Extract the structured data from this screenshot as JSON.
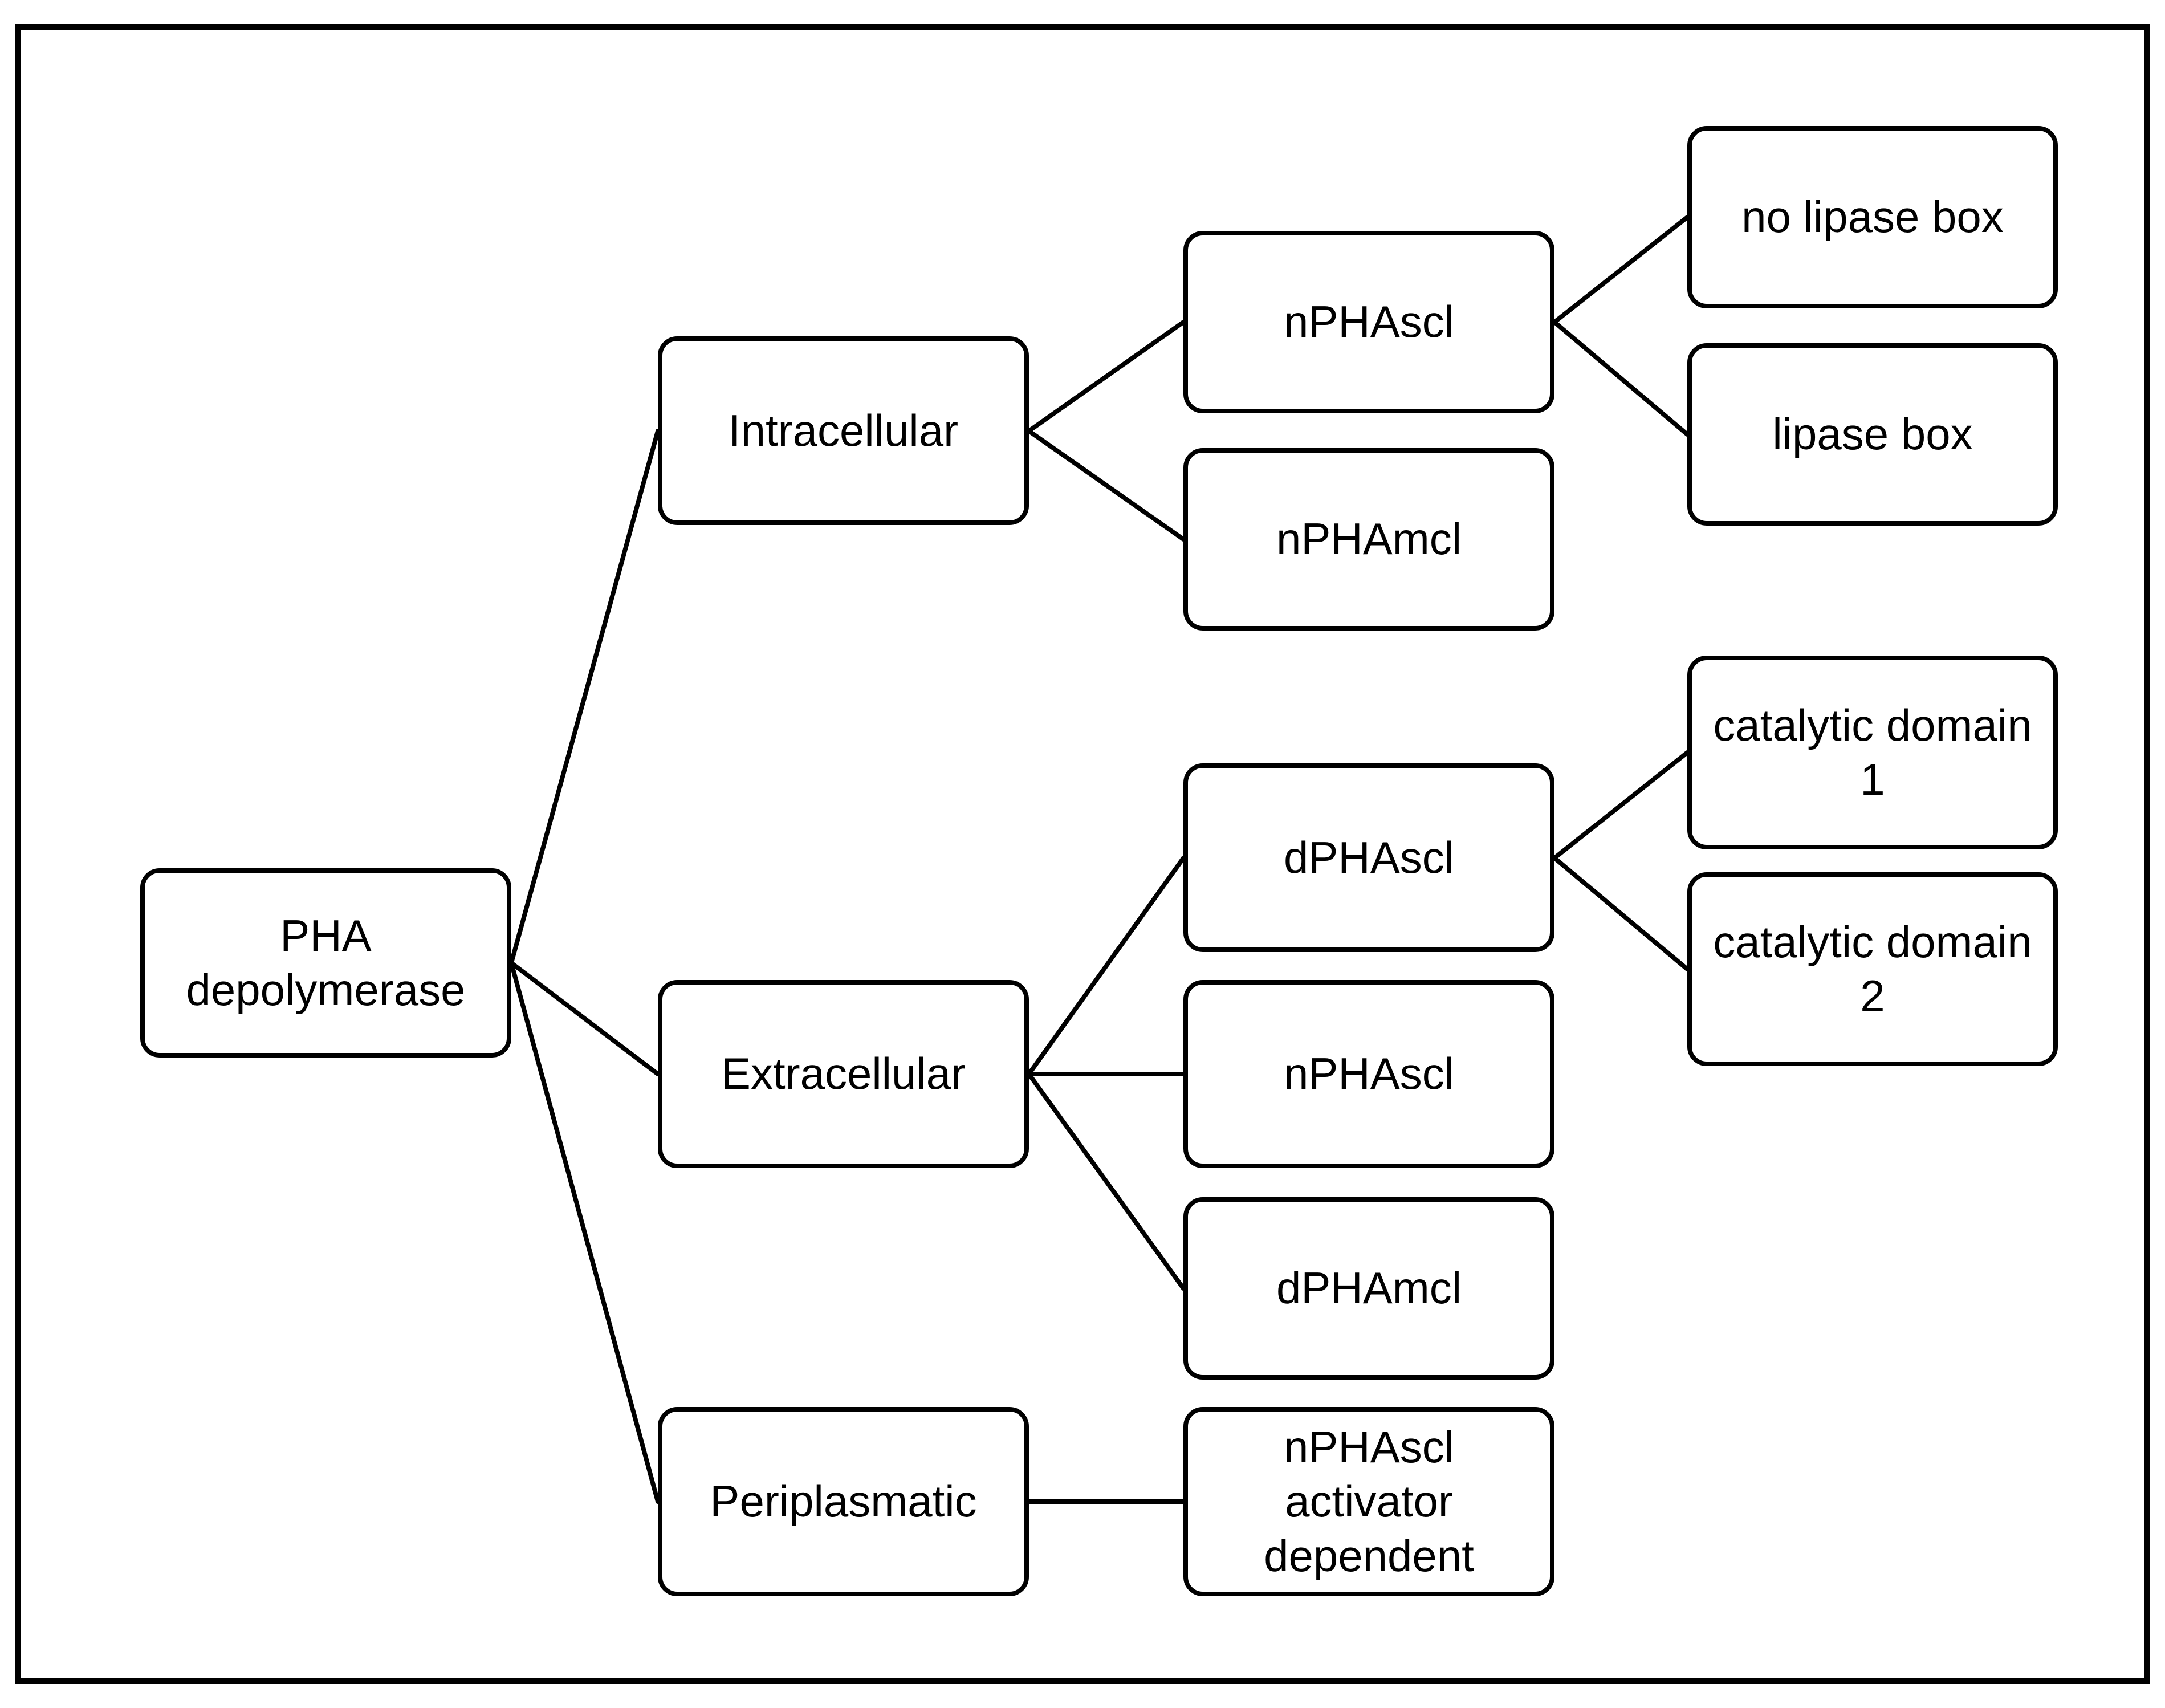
{
  "diagram": {
    "type": "tree",
    "nodes": {
      "pha": {
        "label": "PHA\ndepolymerase"
      },
      "intracellular": {
        "label": "Intracellular"
      },
      "extracellular": {
        "label": "Extracellular"
      },
      "periplasmatic": {
        "label": "Periplasmatic"
      },
      "nphascl_intracellular": {
        "label": "nPHAscl"
      },
      "nphamcl_intracellular": {
        "label": "nPHAmcl"
      },
      "no_lipase_box": {
        "label": "no lipase box"
      },
      "lipase_box": {
        "label": "lipase box"
      },
      "dphascl_extracellular": {
        "label": "dPHAscl"
      },
      "nphascl_extracellular": {
        "label": "nPHAscl"
      },
      "dphamcl_extracellular": {
        "label": "dPHAmcl"
      },
      "catalytic_domain_1": {
        "label": "catalytic domain\n1"
      },
      "catalytic_domain_2": {
        "label": "catalytic domain\n2"
      },
      "nphascl_activator_dependent": {
        "label": "nPHAscl activator\ndependent"
      }
    },
    "edges": [
      [
        "pha",
        "intracellular"
      ],
      [
        "pha",
        "extracellular"
      ],
      [
        "pha",
        "periplasmatic"
      ],
      [
        "intracellular",
        "nphascl_intracellular"
      ],
      [
        "intracellular",
        "nphamcl_intracellular"
      ],
      [
        "nphascl_intracellular",
        "no_lipase_box"
      ],
      [
        "nphascl_intracellular",
        "lipase_box"
      ],
      [
        "extracellular",
        "dphascl_extracellular"
      ],
      [
        "extracellular",
        "nphascl_extracellular"
      ],
      [
        "extracellular",
        "dphamcl_extracellular"
      ],
      [
        "dphascl_extracellular",
        "catalytic_domain_1"
      ],
      [
        "dphascl_extracellular",
        "catalytic_domain_2"
      ],
      [
        "periplasmatic",
        "nphascl_activator_dependent"
      ]
    ],
    "colors": {
      "stroke": "#000000",
      "fill": "#ffffff",
      "text": "#000000"
    }
  }
}
